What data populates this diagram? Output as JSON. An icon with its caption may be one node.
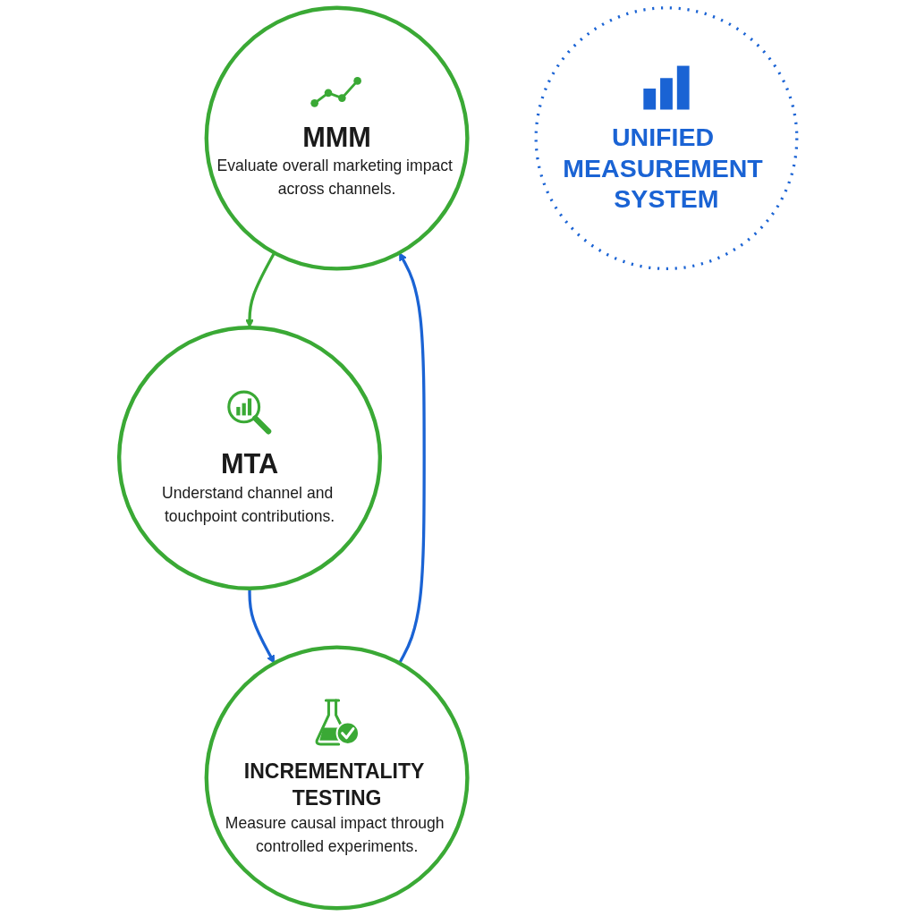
{
  "diagram": {
    "nodes": [
      {
        "text": [
          "MMM",
          "Evaluate overall marketing impact across channels."
        ]
      },
      {
        "text": [
          "UNIFIED MEASUREMENT SYSTEM"
        ]
      },
      {
        "text": [
          "INCREMENTALITY TESTING",
          "Measure causal impact through controlled experiments."
        ]
      },
      {
        "text": [
          "MTA",
          "Understand channel and touchpoint contributions."
        ]
      }
    ],
    "edges": [
      {
        "from": 0,
        "to": 3,
        "arrow": "to",
        "color": "#3aa935"
      },
      {
        "from": 3,
        "to": 2,
        "arrow": "to"
      },
      {
        "from": 2,
        "to": 0,
        "arrow": "to"
      }
    ]
  }
}
